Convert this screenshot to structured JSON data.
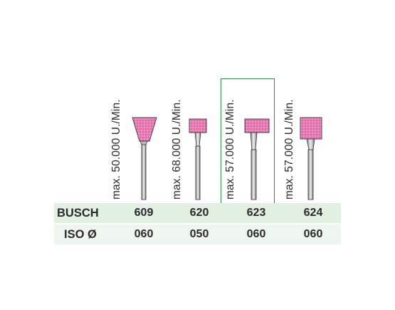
{
  "speeds": [
    "max. 50.000 U./Min.",
    "max. 68.000 U./Min.",
    "max. 57.000 U./Min.",
    "max. 57.000 U./Min."
  ],
  "table": {
    "busch_label": "BUSCH",
    "iso_label": "ISO Ø",
    "busch": [
      "609",
      "620",
      "623",
      "624"
    ],
    "iso": [
      "060",
      "050",
      "060",
      "060"
    ]
  },
  "highlighted_item": "623",
  "colors": {
    "stone_pink": "#e879b0",
    "highlight_border": "#2e8b4a",
    "row_bg": "#e2f0e4"
  }
}
